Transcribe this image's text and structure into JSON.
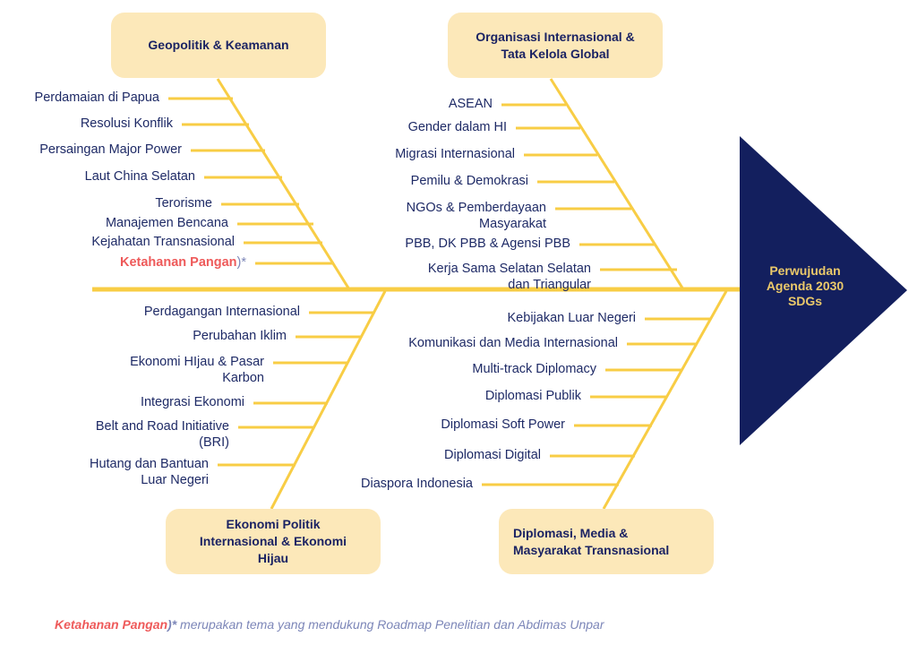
{
  "colors": {
    "bone": "#F8CD45",
    "box_fill": "#FCE8B9",
    "box_text": "#1B2363",
    "label_text": "#1E2A66",
    "head_fill": "#131F5E",
    "head_text": "#EBC96A",
    "highlight": "#EE5A5A",
    "footnote_text": "#7C86B8"
  },
  "head": {
    "label": "Perwujudan Agenda 2030 SDGs",
    "lines": [
      "Perwujudan",
      "Agenda 2030",
      "SDGs"
    ]
  },
  "categories": [
    {
      "id": "geopolitik",
      "title": "Geopolitik & Keamanan",
      "title_lines": [
        "Geopolitik & Keamanan"
      ],
      "causes": [
        {
          "lines": [
            "Perdamaian di Papua"
          ]
        },
        {
          "lines": [
            "Resolusi Konflik"
          ]
        },
        {
          "lines": [
            "Persaingan Major Power"
          ]
        },
        {
          "lines": [
            "Laut China Selatan"
          ]
        },
        {
          "lines": [
            "Terorisme"
          ]
        },
        {
          "lines": [
            "Manajemen Bencana"
          ]
        },
        {
          "lines": [
            "Kejahatan Transnasional"
          ]
        },
        {
          "lines": [
            "Ketahanan Pangan"
          ],
          "highlighted": true,
          "marker": ")*"
        }
      ]
    },
    {
      "id": "organisasi",
      "title": "Organisasi Internasional & Tata Kelola Global",
      "title_lines": [
        "Organisasi Internasional &",
        "Tata Kelola Global"
      ],
      "causes": [
        {
          "lines": [
            "ASEAN"
          ]
        },
        {
          "lines": [
            "Gender dalam HI"
          ]
        },
        {
          "lines": [
            "Migrasi Internasional"
          ]
        },
        {
          "lines": [
            "Pemilu & Demokrasi"
          ]
        },
        {
          "lines": [
            "NGOs & Pemberdayaan",
            "Masyarakat"
          ]
        },
        {
          "lines": [
            "PBB, DK PBB & Agensi PBB"
          ]
        },
        {
          "lines": [
            "Kerja Sama Selatan Selatan",
            "dan Triangular"
          ]
        }
      ]
    },
    {
      "id": "ekonomi",
      "title": "Ekonomi Politik Internasional & Ekonomi Hijau",
      "title_lines": [
        "Ekonomi Politik",
        "Internasional & Ekonomi",
        "Hijau"
      ],
      "causes": [
        {
          "lines": [
            "Perdagangan Internasional"
          ]
        },
        {
          "lines": [
            "Perubahan Iklim"
          ]
        },
        {
          "lines": [
            "Ekonomi HIjau & Pasar",
            "Karbon"
          ]
        },
        {
          "lines": [
            "Integrasi Ekonomi"
          ]
        },
        {
          "lines": [
            "Belt and Road Initiative",
            "(BRI)"
          ]
        },
        {
          "lines": [
            "Hutang dan Bantuan",
            "Luar Negeri"
          ]
        }
      ]
    },
    {
      "id": "diplomasi",
      "title": "Diplomasi, Media & Masyarakat Transnasional",
      "title_lines": [
        "Diplomasi, Media &",
        "Masyarakat Transnasional"
      ],
      "causes": [
        {
          "lines": [
            "Kebijakan Luar Negeri"
          ]
        },
        {
          "lines": [
            "Komunikasi dan Media Internasional"
          ]
        },
        {
          "lines": [
            "Multi-track Diplomacy"
          ]
        },
        {
          "lines": [
            "Diplomasi Publik"
          ]
        },
        {
          "lines": [
            "Diplomasi Soft Power"
          ]
        },
        {
          "lines": [
            "Diplomasi Digital"
          ]
        },
        {
          "lines": [
            "Diaspora Indonesia"
          ]
        }
      ]
    }
  ],
  "footnote": {
    "highlight": "Ketahanan Pangan",
    "marker": ")*",
    "text": " merupakan tema yang mendukung Roadmap Penelitian dan Abdimas Unpar"
  }
}
